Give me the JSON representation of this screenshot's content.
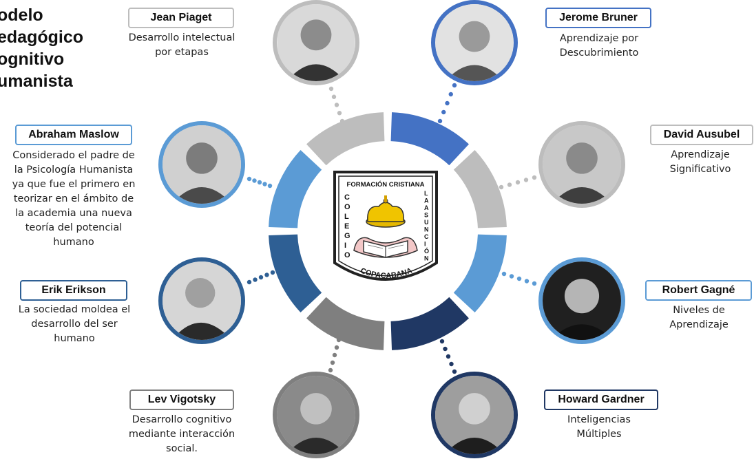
{
  "title_lines": [
    "odelo",
    "edagógico",
    "ognitivo",
    "umanista"
  ],
  "logo": {
    "top": "FORMACIÓN CRISTIANA",
    "left": "COLEGIO",
    "right": "LA ASUNCIÓN",
    "bottom": "COPACABANA"
  },
  "theorists": [
    {
      "id": "piaget",
      "name": "Jean Piaget",
      "desc": [
        "Desarrollo intelectual",
        "por etapas"
      ]
    },
    {
      "id": "bruner",
      "name": "Jerome Bruner",
      "desc": [
        "Aprendizaje por",
        "Descubrimiento"
      ]
    },
    {
      "id": "maslow",
      "name": "Abraham Maslow",
      "desc": [
        "Considerado el padre de",
        "la Psicología Humanista",
        "ya que fue el primero en",
        "teorizar en el ámbito de",
        "la academia una nueva",
        "teoría del potencial",
        "humano"
      ]
    },
    {
      "id": "ausubel",
      "name": "David Ausubel",
      "desc": [
        "Aprendizaje",
        "Significativo"
      ]
    },
    {
      "id": "erikson",
      "name": "Erik Erikson",
      "desc": [
        "La sociedad moldea el",
        "desarrollo del ser",
        "humano"
      ]
    },
    {
      "id": "gagne",
      "name": "Robert Gagné",
      "desc": [
        "Niveles de",
        "Aprendizaje"
      ]
    },
    {
      "id": "vigotsky",
      "name": "Lev Vigotsky",
      "desc": [
        "Desarrollo cognitivo",
        "mediante interacción",
        "social."
      ]
    },
    {
      "id": "gardner",
      "name": "Howard Gardner",
      "desc": [
        "Inteligencias",
        "Múltiples"
      ]
    }
  ],
  "colors": {
    "gray": "#bdbdbd",
    "dark_gray": "#7f7f7f",
    "light_blue": "#5b9bd5",
    "mid_blue": "#4472c4",
    "dark_blue": "#2e5f94",
    "navy": "#203864"
  }
}
